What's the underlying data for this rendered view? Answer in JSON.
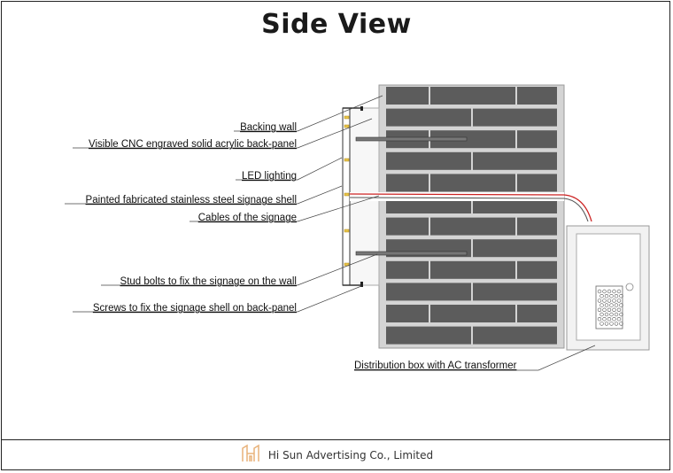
{
  "title": "Side View",
  "labels": {
    "backing_wall": "Backing wall",
    "acrylic_panel": "Visible CNC engraved solid acrylic back-panel",
    "led_lighting": "LED lighting",
    "signage_shell": "Painted fabricated stainless steel signage shell",
    "cables": "Cables of the signage",
    "stud_bolts": "Stud bolts to fix the signage on the wall",
    "screws": "Screws to fix the signage shell on back-panel",
    "distribution_box": "Distribution box with AC transformer"
  },
  "footer": {
    "company": "Hi Sun Advertising Co., Limited",
    "logo_icon": "hi-sun-logo-icon"
  },
  "colors": {
    "brick": "#5c5c5c",
    "mortar": "#d4d4d4",
    "cable_red": "#cc2222",
    "logo": "#e8b27a",
    "led": "#e8c44a"
  }
}
